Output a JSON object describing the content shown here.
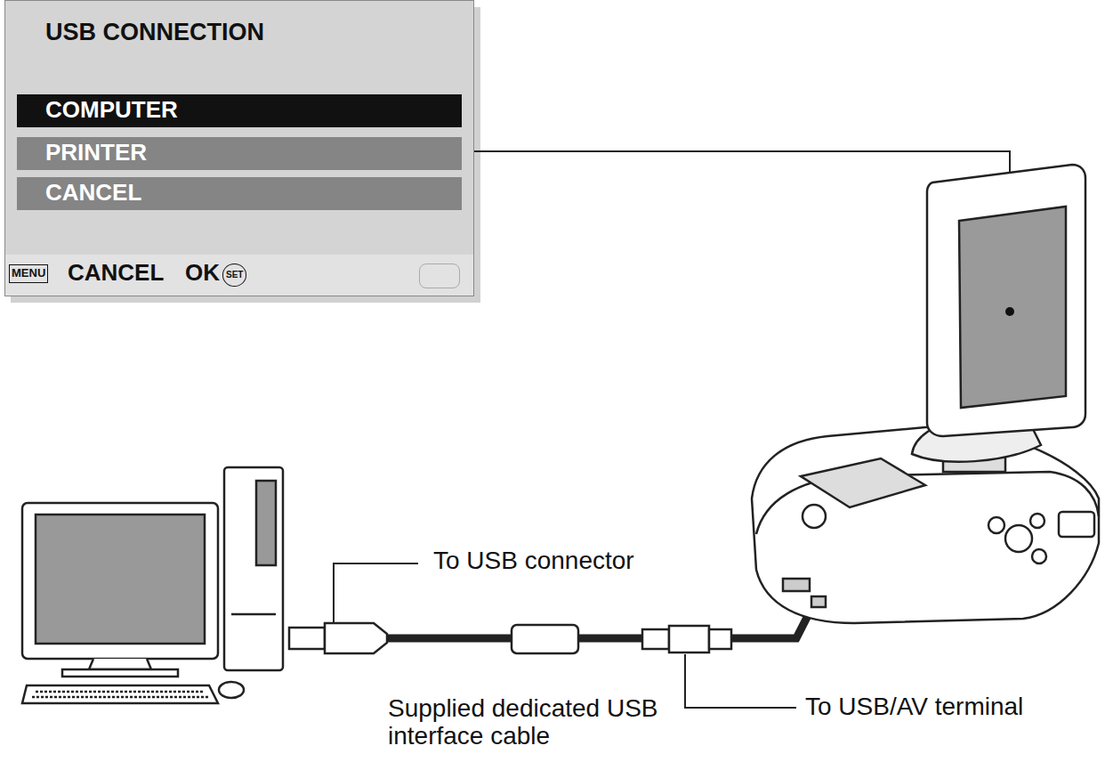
{
  "diagram": {
    "nodes": [
      {
        "text": [
          "USB CONNECTION"
        ]
      },
      {
        "text": [
          "COMPUTER"
        ],
        "in": 0
      },
      {
        "text": [
          "PRINTER"
        ],
        "in": 0
      },
      {
        "text": [
          "CANCEL"
        ],
        "in": 0
      }
    ],
    "labels": [
      "MENU",
      "CANCEL",
      "OK",
      "SET",
      "To USB connector",
      "Supplied dedicated USB interface cable",
      "To USB/AV terminal"
    ]
  }
}
